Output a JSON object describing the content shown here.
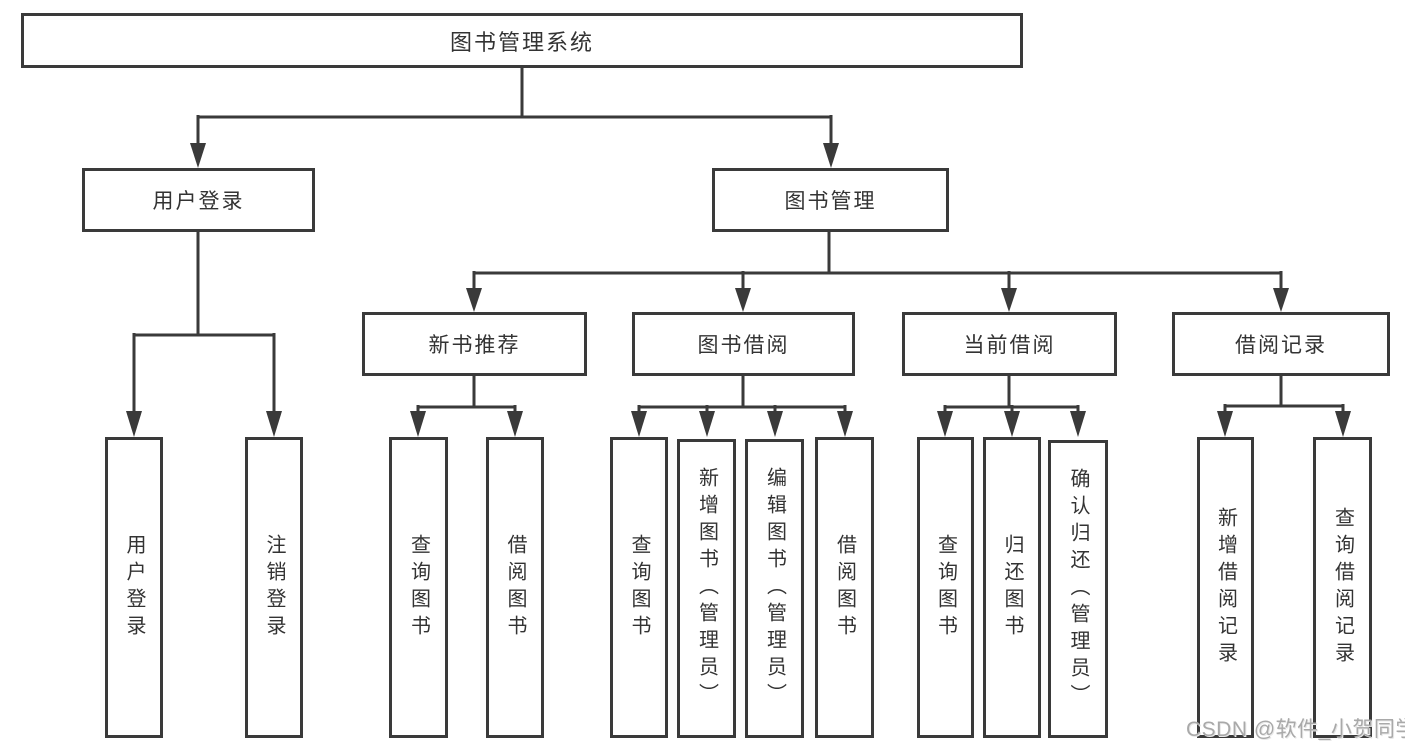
{
  "diagram": {
    "title": "图书管理系统",
    "root": {
      "label": "图书管理系统"
    },
    "level2": [
      {
        "label": "用户登录"
      },
      {
        "label": "图书管理"
      }
    ],
    "level3": [
      {
        "label": "新书推荐",
        "parent": "图书管理"
      },
      {
        "label": "图书借阅",
        "parent": "图书管理"
      },
      {
        "label": "当前借阅",
        "parent": "图书管理"
      },
      {
        "label": "借阅记录",
        "parent": "图书管理"
      }
    ],
    "leaves": [
      {
        "label": "用户登录",
        "parent": "用户登录"
      },
      {
        "label": "注销登录",
        "parent": "用户登录"
      },
      {
        "label": "查询图书",
        "parent": "新书推荐"
      },
      {
        "label": "借阅图书",
        "parent": "新书推荐"
      },
      {
        "label": "查询图书",
        "parent": "图书借阅"
      },
      {
        "label": "新增图书（管理员）",
        "parent": "图书借阅"
      },
      {
        "label": "编辑图书（管理员）",
        "parent": "图书借阅"
      },
      {
        "label": "借阅图书",
        "parent": "图书借阅"
      },
      {
        "label": "查询图书",
        "parent": "当前借阅"
      },
      {
        "label": "归还图书",
        "parent": "当前借阅"
      },
      {
        "label": "确认归还（管理员）",
        "parent": "当前借阅"
      },
      {
        "label": "新增借阅记录",
        "parent": "借阅记录"
      },
      {
        "label": "查询借阅记录",
        "parent": "借阅记录"
      }
    ]
  },
  "watermark": {
    "text": "CSDN @软件_小贺同学"
  },
  "colors": {
    "line": "#3a3a3a",
    "text": "#333333",
    "background": "#ffffff",
    "watermark": "#a9a9a9"
  }
}
